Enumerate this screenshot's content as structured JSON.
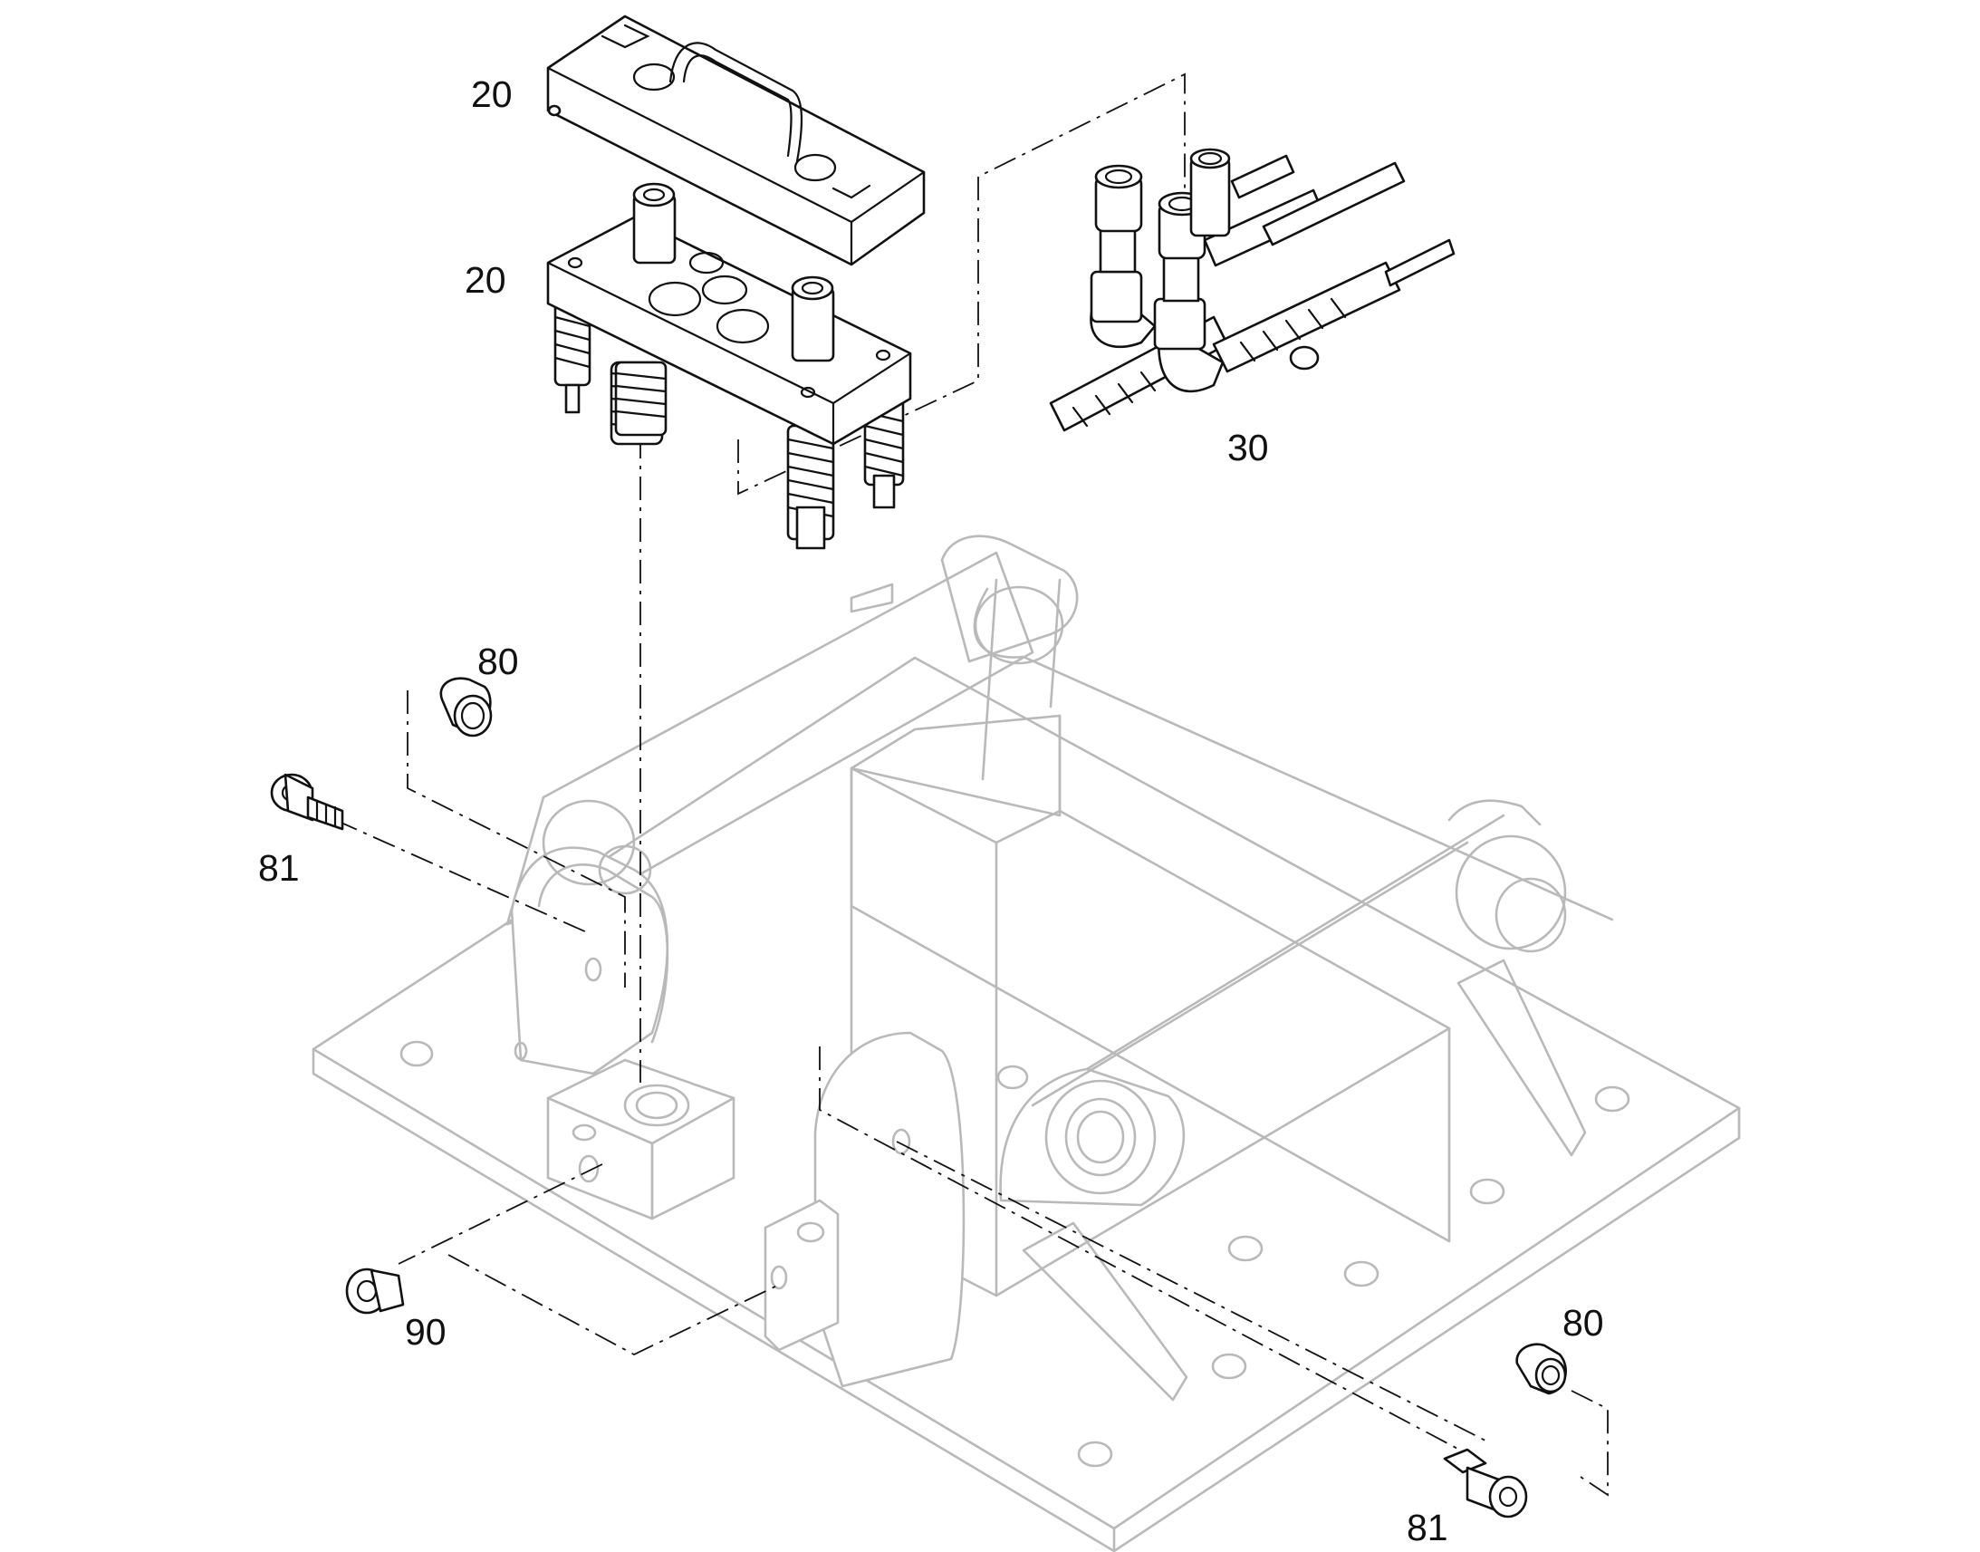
{
  "diagram": {
    "callouts": [
      {
        "id": "top-cover",
        "label": "20"
      },
      {
        "id": "coupling-plate",
        "label": "20"
      },
      {
        "id": "hose-assembly",
        "label": "30"
      },
      {
        "id": "bushing-left",
        "label": "80"
      },
      {
        "id": "screw-left",
        "label": "81"
      },
      {
        "id": "plug",
        "label": "90"
      },
      {
        "id": "bushing-right",
        "label": "80"
      },
      {
        "id": "screw-right",
        "label": "81"
      }
    ]
  }
}
